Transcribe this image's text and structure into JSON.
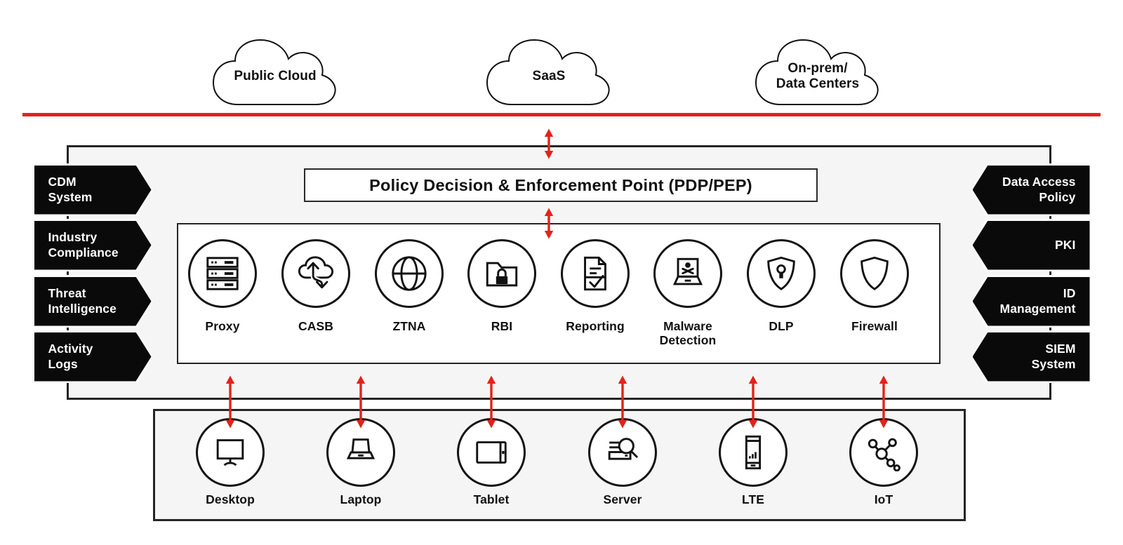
{
  "colors": {
    "red": "#e2231a",
    "panel_gray": "#f5f5f5",
    "ink": "#111111",
    "tag_black": "#0a0a0a"
  },
  "clouds": {
    "items": [
      {
        "name": "public-cloud",
        "lines": [
          "Public Cloud"
        ]
      },
      {
        "name": "saas",
        "lines": [
          "SaaS"
        ]
      },
      {
        "name": "on-prem-data-centers",
        "lines": [
          "On-prem/",
          "Data Centers"
        ]
      }
    ]
  },
  "pdp": {
    "title": "Policy Decision & Enforcement Point (PDP/PEP)"
  },
  "services": {
    "items": [
      {
        "name": "proxy",
        "icon": "proxy-icon",
        "lines": [
          "Proxy"
        ]
      },
      {
        "name": "casb",
        "icon": "casb-icon",
        "lines": [
          "CASB"
        ]
      },
      {
        "name": "ztna",
        "icon": "ztna-icon",
        "lines": [
          "ZTNA"
        ]
      },
      {
        "name": "rbi",
        "icon": "rbi-icon",
        "lines": [
          "RBI"
        ]
      },
      {
        "name": "reporting",
        "icon": "reporting-icon",
        "lines": [
          "Reporting"
        ]
      },
      {
        "name": "malware-detection",
        "icon": "malware-detection-icon",
        "lines": [
          "Malware",
          "Detection"
        ]
      },
      {
        "name": "dlp",
        "icon": "dlp-icon",
        "lines": [
          "DLP"
        ]
      },
      {
        "name": "firewall",
        "icon": "firewall-icon",
        "lines": [
          "Firewall"
        ]
      }
    ]
  },
  "left_tags": {
    "items": [
      {
        "name": "cdm-system",
        "lines": [
          "CDM",
          "System"
        ]
      },
      {
        "name": "industry-compliance",
        "lines": [
          "Industry",
          "Compliance"
        ]
      },
      {
        "name": "threat-intelligence",
        "lines": [
          "Threat",
          "Intelligence"
        ]
      },
      {
        "name": "activity-logs",
        "lines": [
          "Activity",
          "Logs"
        ]
      }
    ]
  },
  "right_tags": {
    "items": [
      {
        "name": "data-access-policy",
        "lines": [
          "Data Access",
          "Policy"
        ]
      },
      {
        "name": "pki",
        "lines": [
          "PKI"
        ]
      },
      {
        "name": "id-management",
        "lines": [
          "ID",
          "Management"
        ]
      },
      {
        "name": "siem-system",
        "lines": [
          "SIEM",
          "System"
        ]
      }
    ]
  },
  "devices": {
    "items": [
      {
        "name": "desktop",
        "icon": "desktop-icon",
        "lines": [
          "Desktop"
        ]
      },
      {
        "name": "laptop",
        "icon": "laptop-icon",
        "lines": [
          "Laptop"
        ]
      },
      {
        "name": "tablet",
        "icon": "tablet-icon",
        "lines": [
          "Tablet"
        ]
      },
      {
        "name": "server",
        "icon": "server-icon",
        "lines": [
          "Server"
        ]
      },
      {
        "name": "lte",
        "icon": "lte-icon",
        "lines": [
          "LTE"
        ]
      },
      {
        "name": "iot",
        "icon": "iot-icon",
        "lines": [
          "IoT"
        ]
      }
    ]
  }
}
